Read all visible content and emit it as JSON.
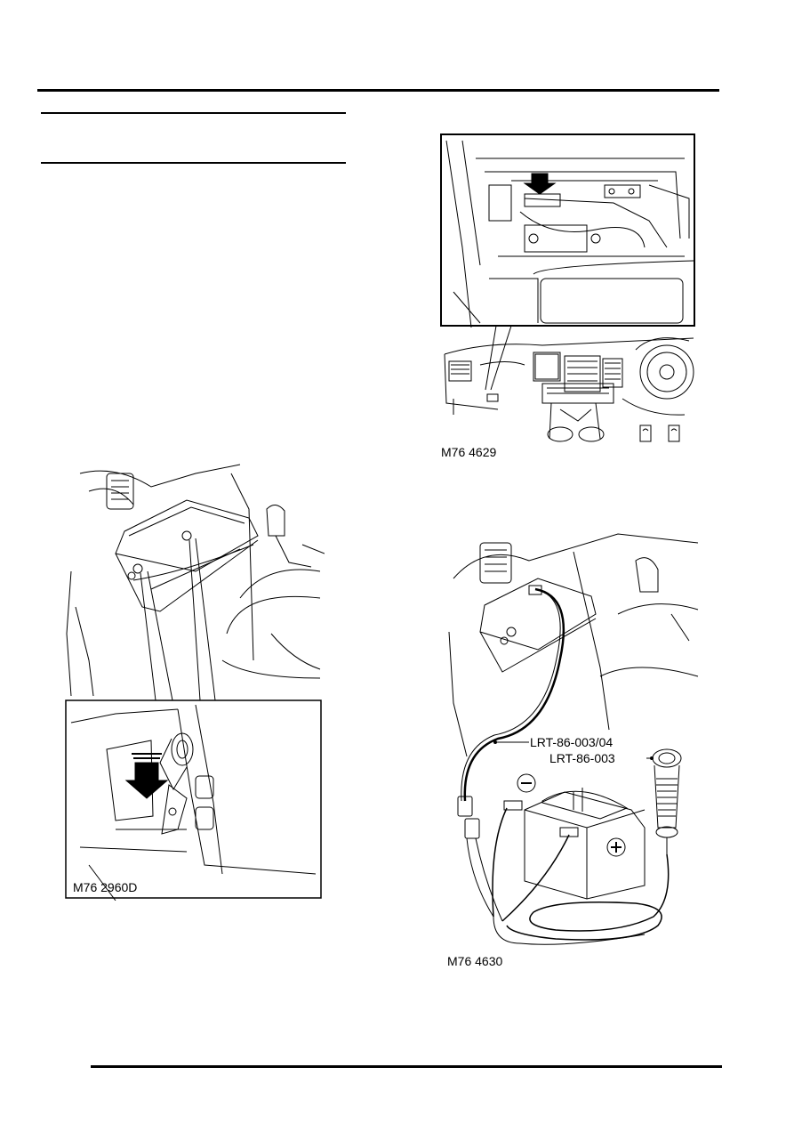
{
  "figures": {
    "fig_dashboard": {
      "caption": "M76 4629"
    },
    "fig_glovebox": {
      "caption": "M76 2960D"
    },
    "fig_battery": {
      "caption": "M76 4630",
      "callout_harness": "LRT-86-003/04",
      "callout_lamp": "LRT-86-003"
    }
  }
}
